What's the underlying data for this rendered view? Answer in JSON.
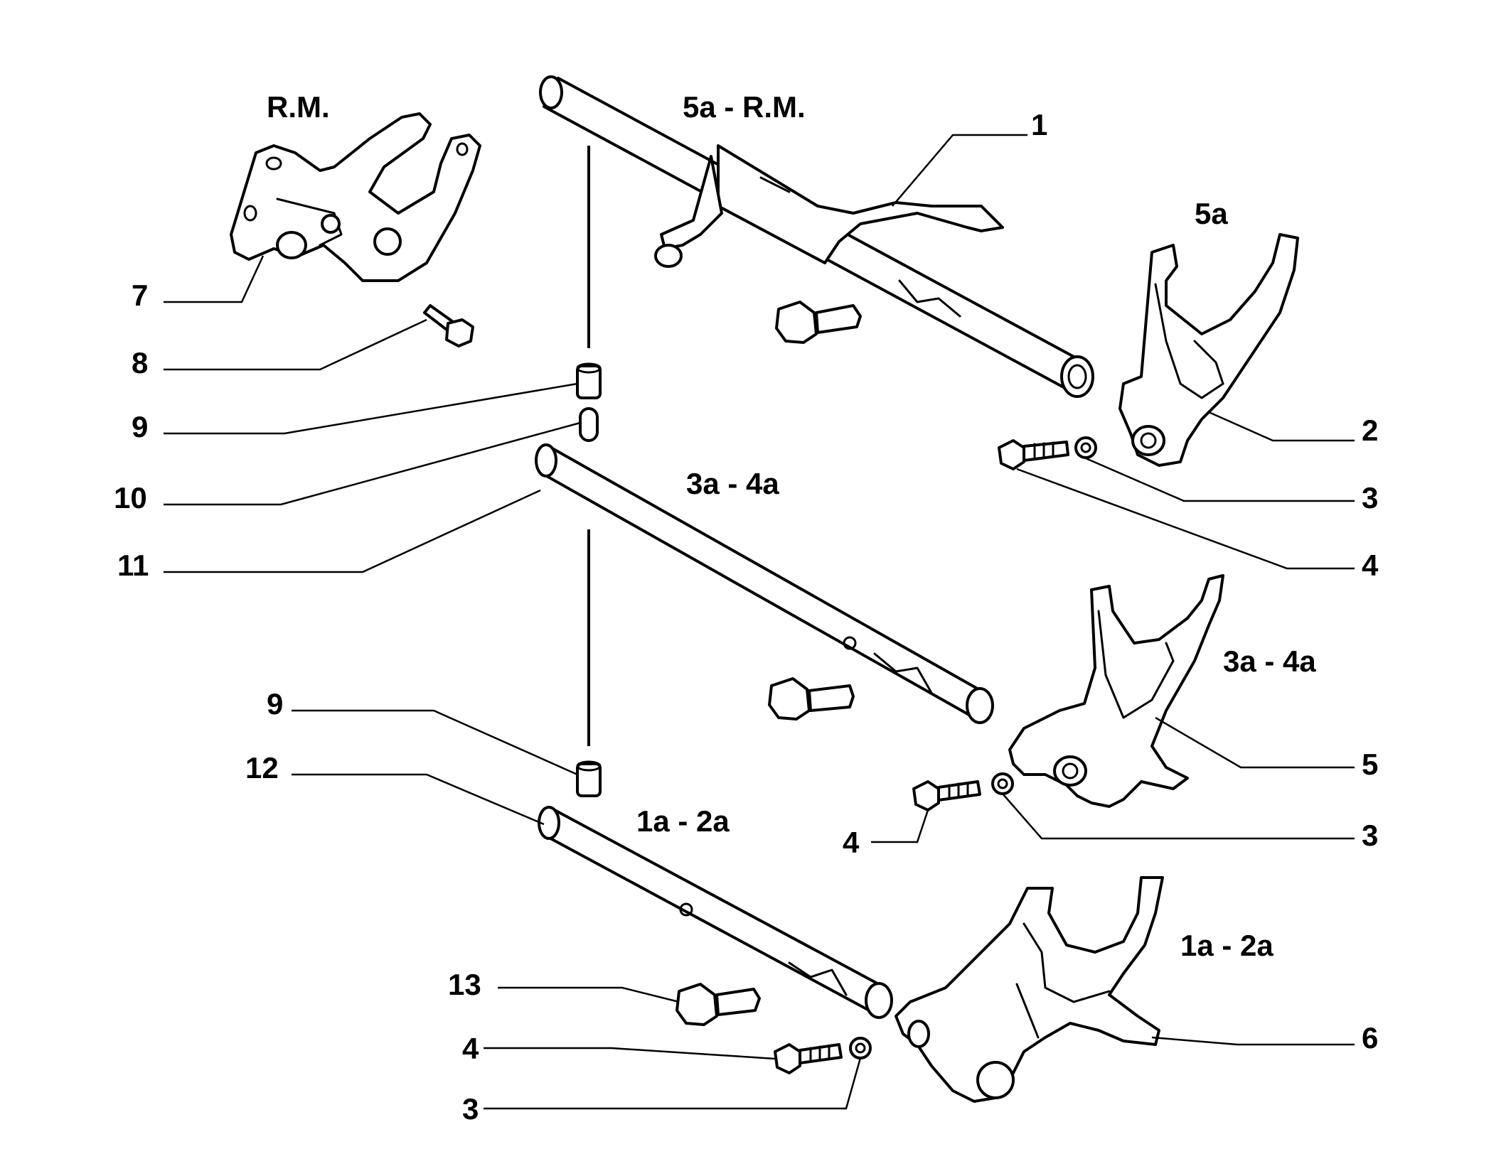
{
  "callouts": {
    "c1": "1",
    "c2": "2",
    "c3a": "3",
    "c4a": "4",
    "c5": "5",
    "c3b": "3",
    "c4b": "4",
    "c6": "6",
    "c3c": "3",
    "c4c": "4",
    "c13": "13",
    "c12": "12",
    "c9b": "9",
    "c11": "11",
    "c10": "10",
    "c9a": "9",
    "c8": "8",
    "c7": "7"
  },
  "titles": {
    "rm": "R.M.",
    "rod_5a_rm": "5a - R.M.",
    "fork_5a": "5a",
    "rod_3a_4a": "3a - 4a",
    "fork_3a_4a": "3a - 4a",
    "rod_1a_2a": "1a - 2a",
    "fork_1a_2a": "1a - 2a"
  }
}
